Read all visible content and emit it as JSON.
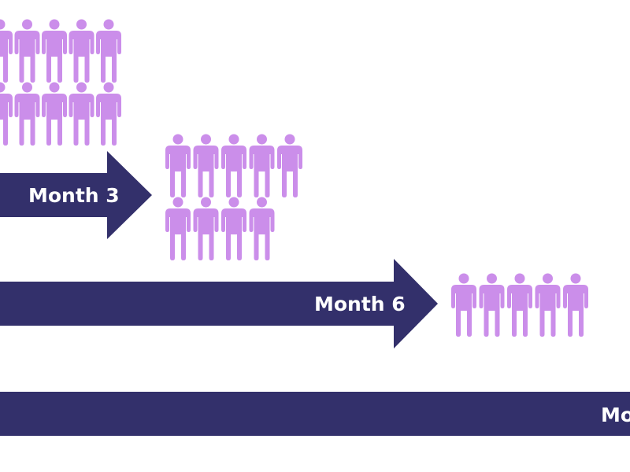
{
  "colors": {
    "arrow": "#33306B",
    "person": "#CB8EEA",
    "label": "#FFFFFF",
    "background": "#FFFFFF"
  },
  "person_icon": "person-icon",
  "arrows": [
    {
      "id": "month-3",
      "label": "Month 3"
    },
    {
      "id": "month-6",
      "label": "Month 6"
    },
    {
      "id": "month-partial",
      "label": "Mo"
    }
  ],
  "groups": [
    {
      "id": "top-group",
      "count": 10,
      "note": "cropped at left edge, partially visible"
    },
    {
      "id": "month-3-group",
      "count": 9
    },
    {
      "id": "month-6-group",
      "count": 5
    }
  ]
}
